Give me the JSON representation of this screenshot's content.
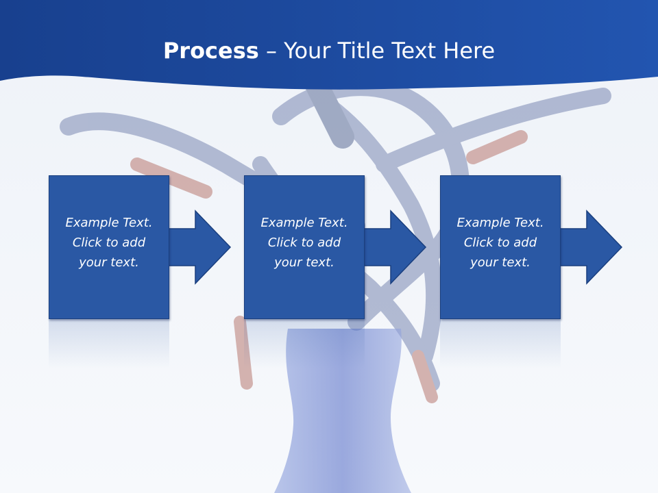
{
  "slide": {
    "title_bold": "Process",
    "title_rest": " – Your Title Text Here"
  },
  "steps": [
    {
      "lines": [
        "Example Text.",
        "Click  to add",
        "your text."
      ]
    },
    {
      "lines": [
        "Example Text.",
        "Click  to add",
        "your text."
      ]
    },
    {
      "lines": [
        "Example Text.",
        "Click  to add",
        "your text."
      ]
    }
  ],
  "colors": {
    "header": "#1d4a9a",
    "box": "#2a58a4",
    "box_border": "#1a3f7e",
    "arrow": "#2a58a4",
    "background": "#f4f7fb"
  },
  "icons": [
    "arrow-right-icon"
  ]
}
